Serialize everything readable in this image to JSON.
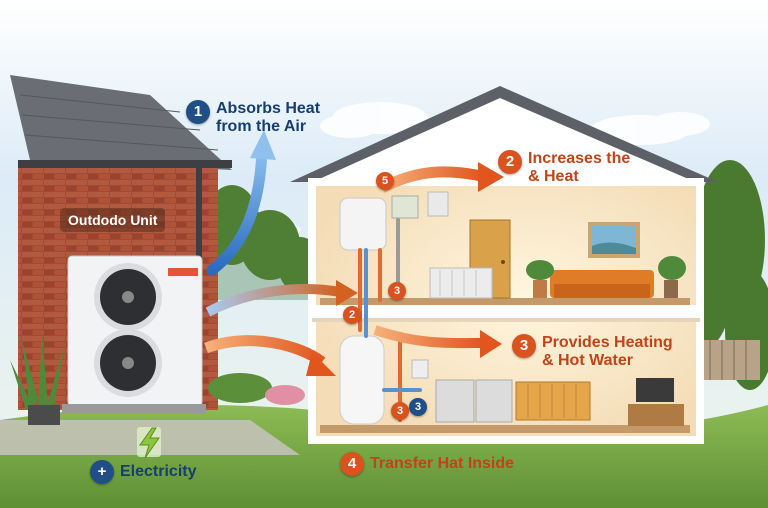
{
  "labels": {
    "step1": {
      "number": "1",
      "text_line1": "Absorbs Heat",
      "text_line2": "from the Air"
    },
    "step2": {
      "number": "2",
      "text_line1": "Increases the",
      "text_line2": "& Heat"
    },
    "step3": {
      "number": "3",
      "text_line1": "Provides Heating",
      "text_line2": "& Hot Water"
    },
    "step4": {
      "number": "4",
      "text": "Transfer Hat Inside"
    },
    "electricity": {
      "symbol": "+",
      "text": "Electricity"
    },
    "outdoor_unit": "Outdodo Unit"
  },
  "inner_markers": {
    "m5": "5",
    "m3a": "3",
    "m2": "2",
    "m3b": "3",
    "m3c": "3"
  },
  "colors": {
    "label_blue": "#1f4f86",
    "label_orange": "#d9531e",
    "heat_arrow": "#e8682a",
    "air_arrow": "#4a8fd4",
    "house_wall": "#fdf3e4",
    "roof": "#5d6066",
    "brick": "#a24a32",
    "lightning": "#8cc63f"
  }
}
